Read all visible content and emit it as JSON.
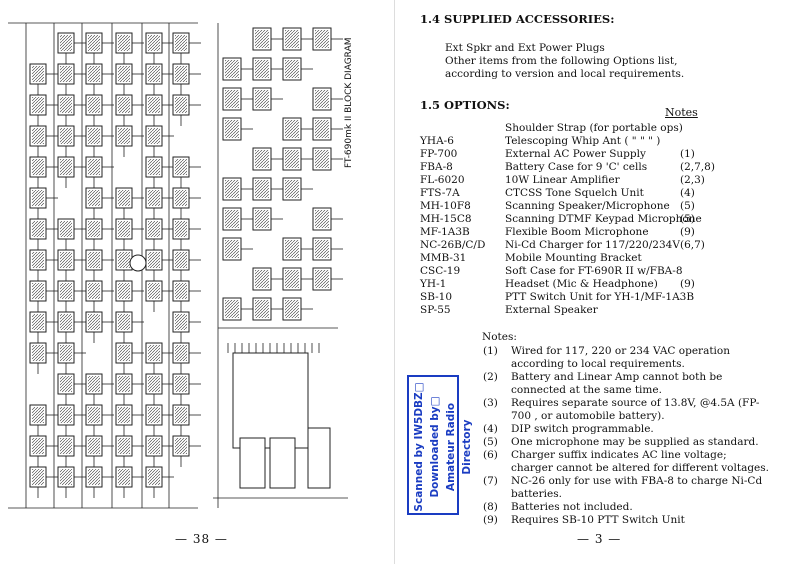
{
  "left_page": {
    "page_number": "— 38 —",
    "diagram_title": "FT-690mk II BLOCK DIAGRAM"
  },
  "right_page": {
    "page_number": "— 3 —",
    "section_accessories": {
      "heading": "1.4  SUPPLIED ACCESSORIES:",
      "lines": [
        "Ext Spkr and Ext Power Plugs",
        "Other items from the following Options list,",
        "according to version and local requirements."
      ]
    },
    "section_options": {
      "heading": "1.5  OPTIONS:",
      "notes_header": "Notes",
      "items": [
        {
          "code": "",
          "desc": "Shoulder Strap (for portable ops)",
          "note": ""
        },
        {
          "code": "YHA-6",
          "desc": "Telescoping Whip Ant ( \"    \"    \" )",
          "note": ""
        },
        {
          "code": "FP-700",
          "desc": "External AC Power Supply",
          "note": "(1)"
        },
        {
          "code": "FBA-8",
          "desc": "Battery Case for 9 'C' cells",
          "note": "(2,7,8)"
        },
        {
          "code": "FL-6020",
          "desc": "10W Linear Amplifier",
          "note": "(2,3)"
        },
        {
          "code": "FTS-7A",
          "desc": "CTCSS Tone Squelch Unit",
          "note": "(4)"
        },
        {
          "code": "MH-10F8",
          "desc": "Scanning Speaker/Microphone",
          "note": "(5)"
        },
        {
          "code": "MH-15C8",
          "desc": "Scanning DTMF Keypad Microphone",
          "note": "(5)"
        },
        {
          "code": "MF-1A3B",
          "desc": "Flexible Boom Microphone",
          "note": "(9)"
        },
        {
          "code": "NC-26B/C/D",
          "desc": "Ni-Cd Charger for 117/220/234V",
          "note": "(6,7)"
        },
        {
          "code": "MMB-31",
          "desc": "Mobile Mounting Bracket",
          "note": ""
        },
        {
          "code": "CSC-19",
          "desc": "Soft Case for FT-690R II w/FBA-8",
          "note": ""
        },
        {
          "code": "YH-1",
          "desc": "Headset (Mic & Headphone)",
          "note": "(9)"
        },
        {
          "code": "SB-10",
          "desc": "PTT Switch Unit for YH-1/MF-1A3B",
          "note": ""
        },
        {
          "code": "SP-55",
          "desc": "External Speaker",
          "note": ""
        }
      ]
    },
    "notes": {
      "label": "Notes:",
      "items": [
        {
          "num": "(1)",
          "text": "Wired for 117, 220 or 234 VAC operation according to local requirements."
        },
        {
          "num": "(2)",
          "text": "Battery and Linear Amp cannot both be connected at the same time."
        },
        {
          "num": "(3)",
          "text": "Requires separate source of 13.8V, @4.5A (FP-700 , or automobile battery)."
        },
        {
          "num": "(4)",
          "text": "DIP switch programmable."
        },
        {
          "num": "(5)",
          "text": "One microphone may be supplied as standard."
        },
        {
          "num": "(6)",
          "text": "Charger suffix indicates AC line voltage; charger cannot be altered for different voltages."
        },
        {
          "num": "(7)",
          "text": "NC-26 only for use with FBA-8 to charge Ni-Cd batteries."
        },
        {
          "num": "(8)",
          "text": "Batteries not included."
        },
        {
          "num": "(9)",
          "text": "Requires SB-10 PTT Switch Unit"
        }
      ]
    },
    "stamp": {
      "lines": [
        "Scanned by IW5DBZ□",
        "Downloaded by□",
        "Amateur Radio Directory"
      ],
      "color": "#1a3cc2"
    }
  }
}
